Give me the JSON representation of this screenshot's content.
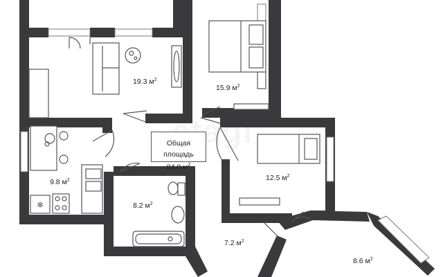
{
  "watermark": "etagi",
  "total_area": {
    "label": "Общая площадь",
    "value": "84.0 м",
    "unit_exp": "2"
  },
  "rooms": [
    {
      "id": "living-room",
      "area": "19.3 м",
      "unit_exp": "2"
    },
    {
      "id": "bedroom-1",
      "area": "15.9 м",
      "unit_exp": "2"
    },
    {
      "id": "bedroom-2",
      "area": "12.5 м",
      "unit_exp": "2"
    },
    {
      "id": "kitchen",
      "area": "9.8 м",
      "unit_exp": "2"
    },
    {
      "id": "bathroom",
      "area": "8.2 м",
      "unit_exp": "2"
    },
    {
      "id": "corridor",
      "area": "7.2 м",
      "unit_exp": "2"
    },
    {
      "id": "balcony-room",
      "area": "8.6 м",
      "unit_exp": "2"
    }
  ],
  "colors": {
    "wall": "#3a3a3c",
    "line": "#555555",
    "background": "#ffffff"
  }
}
